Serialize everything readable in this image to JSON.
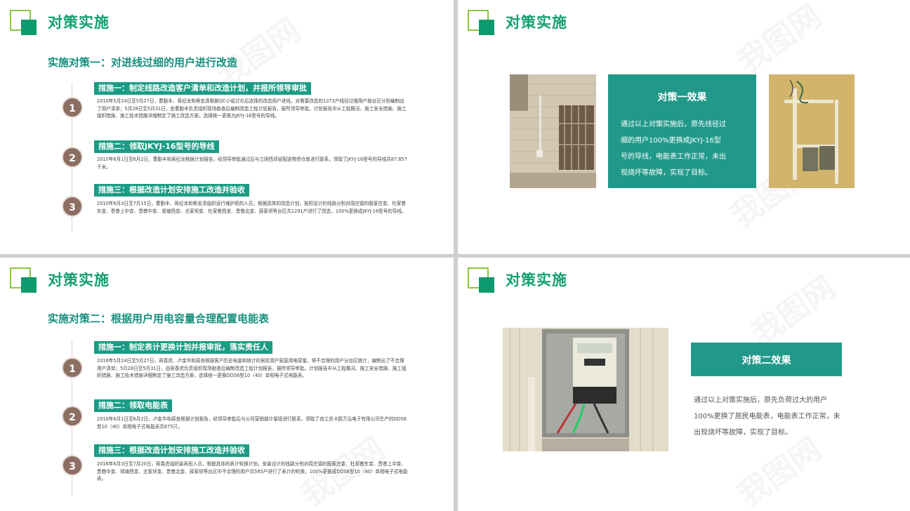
{
  "slide1": {
    "title": "对策实施",
    "subtitle": "实施对策一：对进线过细的用户进行改造",
    "steps": [
      {
        "num": "1",
        "tag": "措施一：制定线路改造客户清单和改造计划，并报所领导审批",
        "text": "2010年5月24日至5月27日，曹勤丰、蒋纪龙和蔡忠清根据QC小组讨论后选择的改造用户进线，对需要改造的1373户线径过细用户按台区分别编制出了用户清单；5月28日至5月31日，由曹勤丰负责组织现场勘查后编制改造工程计划报告，报所领导审批。计划报告中从工程概况、施工安全措施、施工组织措施、施工技术措施详细制定了施工改造方案，选择统一更换为JKYJ-16型号的导线。"
      },
      {
        "num": "2",
        "tag": "措施二：领取JKYJ-16型号的导线",
        "text": "2010年6月1日至6月2日，曹勤丰和蒋纪龙根据计划报告，经领导审批通过后与江阴西郊省配送物资仓库进行联系，领取了JKYJ-16型号的导线共87.857千米。"
      },
      {
        "num": "3",
        "tag": "措施三：根据改造计划安排施工改造并验收",
        "text": "2010年6月3日至7月15日，曹勤丰、蒋纪龙和蔡忠清组织运行维护班的人员，根据具体的改造计划，按照设计的线路分别对周庄镇的殷家庄变、杜家巷东变、晋巷上中变、晋巷中变、邬塘西变、尤家坝变、杜家巷西变、晋巷北变、薛家坝等台区共1291户进行了改造，100%更换成JKYJ-16型号的导线。"
      }
    ]
  },
  "slide2": {
    "title": "对策实施",
    "effect_title": "对策一效果",
    "effect_lines": [
      "通过以上对策实施后，原先线径过",
      "细的用户100%更换成JKYJ-16型",
      "号的导线，电能表工作正常，未出",
      "现烧坏等故障，实现了目标。"
    ]
  },
  "slide3": {
    "title": "对策实施",
    "subtitle": "实施对策二：根据用户用电容量合理配置电能表",
    "steps": [
      {
        "num": "1",
        "tag": "措施一：制定表计更换计划并报审批，落实责任人",
        "text": "2016年5月24日至5月27日，蒋春虎、卢金华和薛良根据客户历史电量和统计的居民用户家庭用电容量，将不合理的用户分台区统计，编制出了不合理用户清单；5月28日至5月31日，由蒋春虎负责组织现场勘查后编制改造工程计划报告，报所领导审批。计划报告中从工程概况、施工安全措施、施工组织措施、施工技术措施详细制定了施工改造方案，选择统一更换DDS6型10（40）单相电子式电能表。"
      },
      {
        "num": "2",
        "tag": "措施二：领取电能表",
        "text": "2016年6月1日至6月2日，卢金华和薛良根据计划报告，经领导审批后与公司营销部计量班进行联系，领取了由江苏卡欧万泓电子有限公司生产的DDS6型10（40）单相电子式电能表共675只。"
      },
      {
        "num": "3",
        "tag": "措施三：根据改造计划安排施工改造并验收",
        "text": "2016年6月3日至7月20日，蒋春虎组织装表班人员，根据具体的表计轮换计划，安装设计的线路分别对周庄镇的殷家庄变、杜家巷东变、晋巷上中变、晋巷中变、邬塘西变、尤家坝变、晋巷北变、薛家坝等台区中不合理的用户共585户进行了表计的轮换，100%更换成DDS6型10（40）单相电子式电能表。"
      }
    ]
  },
  "slide4": {
    "title": "对策实施",
    "effect_title": "对策二效果",
    "effect_lines": [
      "通过以上对策实施后，原先负荷过大的用户",
      "100%更换了居民电能表，电能表工作正常，未",
      "出现烧坏等故障，实现了目标。"
    ]
  }
}
